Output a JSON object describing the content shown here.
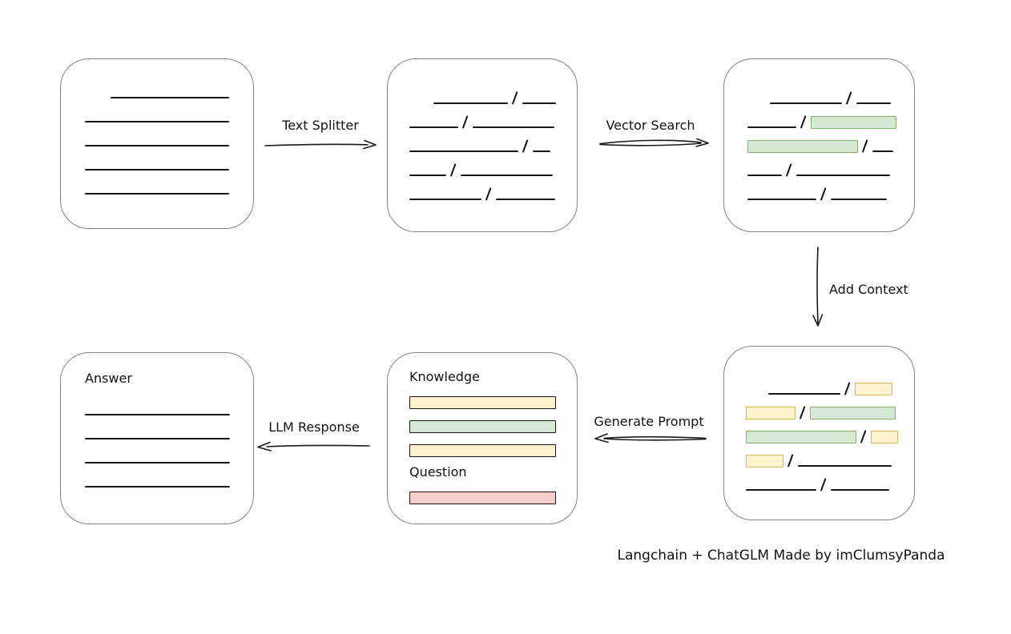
{
  "caption": "Langchain + ChatGLM Made by imClumsyPanda",
  "labels": {
    "text_splitter": "Text Splitter",
    "vector_search": "Vector Search",
    "add_context": "Add Context",
    "generate_prompt": "Generate Prompt",
    "llm_response": "LLM Response"
  },
  "prompt_box": {
    "knowledge_label": "Knowledge",
    "knowledge_bars": [
      "yellow",
      "green",
      "yellow"
    ],
    "question_label": "Question",
    "question_bars": [
      "red"
    ]
  },
  "answer_box": {
    "label": "Answer"
  },
  "colors": {
    "green_fill": "#d5e8d4",
    "green_border": "#82b366",
    "yellow_fill": "#fff2cc",
    "yellow_border": "#d6b656",
    "red_fill": "#f8cecc",
    "red_border": "#b85450",
    "box_border": "#848484",
    "ink": "#161616"
  },
  "patterns": {
    "document": [
      [
        [
          "pad",
          32
        ],
        [
          "line",
          148
        ]
      ],
      [
        [
          "line",
          180
        ]
      ],
      [
        [
          "line",
          180
        ]
      ],
      [
        [
          "line",
          180
        ]
      ],
      [
        [
          "line",
          180
        ]
      ]
    ],
    "chunks": [
      [
        [
          "pad",
          30
        ],
        [
          "line",
          93
        ],
        [
          "slash"
        ],
        [
          "line",
          42
        ]
      ],
      [
        [
          "line",
          61
        ],
        [
          "slash"
        ],
        [
          "line",
          102
        ]
      ],
      [
        [
          "line",
          136
        ],
        [
          "slash"
        ],
        [
          "line",
          22
        ]
      ],
      [
        [
          "line",
          46
        ],
        [
          "slash"
        ],
        [
          "line",
          115
        ]
      ],
      [
        [
          "line",
          90
        ],
        [
          "slash"
        ],
        [
          "line",
          74
        ]
      ]
    ],
    "search_results": [
      [
        [
          "pad",
          28
        ],
        [
          "line",
          90
        ],
        [
          "slash"
        ],
        [
          "line",
          43
        ]
      ],
      [
        [
          "line",
          61
        ],
        [
          "slash"
        ],
        [
          "green",
          107
        ]
      ],
      [
        [
          "green",
          138
        ],
        [
          "slash"
        ],
        [
          "line",
          26
        ]
      ],
      [
        [
          "line",
          43
        ],
        [
          "slash"
        ],
        [
          "line",
          117
        ]
      ],
      [
        [
          "line",
          86
        ],
        [
          "slash"
        ],
        [
          "line",
          70
        ]
      ]
    ],
    "context": [
      [
        [
          "pad",
          28
        ],
        [
          "line",
          90
        ],
        [
          "slash"
        ],
        [
          "yellow",
          47
        ]
      ],
      [
        [
          "yellow",
          62
        ],
        [
          "slash"
        ],
        [
          "green",
          107
        ]
      ],
      [
        [
          "green",
          138
        ],
        [
          "slash"
        ],
        [
          "yellow",
          34
        ]
      ],
      [
        [
          "yellow",
          47
        ],
        [
          "slash"
        ],
        [
          "line",
          117
        ]
      ],
      [
        [
          "line",
          88
        ],
        [
          "slash"
        ],
        [
          "line",
          73
        ]
      ]
    ],
    "answer_lines": [
      [
        [
          "line",
          181
        ]
      ],
      [
        [
          "line",
          181
        ]
      ],
      [
        [
          "line",
          181
        ]
      ],
      [
        [
          "line",
          181
        ]
      ]
    ]
  }
}
